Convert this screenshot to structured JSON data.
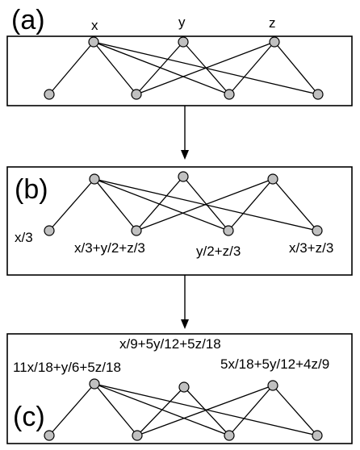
{
  "panels": [
    {
      "id": "a",
      "label": "(a)",
      "node_labels": {
        "top_1": "x",
        "top_2": "y",
        "top_3": "z"
      }
    },
    {
      "id": "b",
      "label": "(b)",
      "node_labels": {
        "bottom_1": "x/3",
        "bottom_2": "x/3+y/2+z/3",
        "bottom_3": "y/2+z/3",
        "bottom_4": "x/3+z/3"
      }
    },
    {
      "id": "c",
      "label": "(c)",
      "node_labels": {
        "top_1": "11x/18+y/6+5z/18",
        "top_2": "x/9+5y/12+5z/18",
        "top_3": "5x/18+5y/12+4z/9"
      }
    }
  ],
  "edges": [
    [
      "top_1",
      "bottom_1"
    ],
    [
      "top_1",
      "bottom_2"
    ],
    [
      "top_1",
      "bottom_3"
    ],
    [
      "top_1",
      "bottom_4"
    ],
    [
      "top_2",
      "bottom_2"
    ],
    [
      "top_2",
      "bottom_3"
    ],
    [
      "top_3",
      "bottom_2"
    ],
    [
      "top_3",
      "bottom_3"
    ],
    [
      "top_3",
      "bottom_4"
    ]
  ]
}
